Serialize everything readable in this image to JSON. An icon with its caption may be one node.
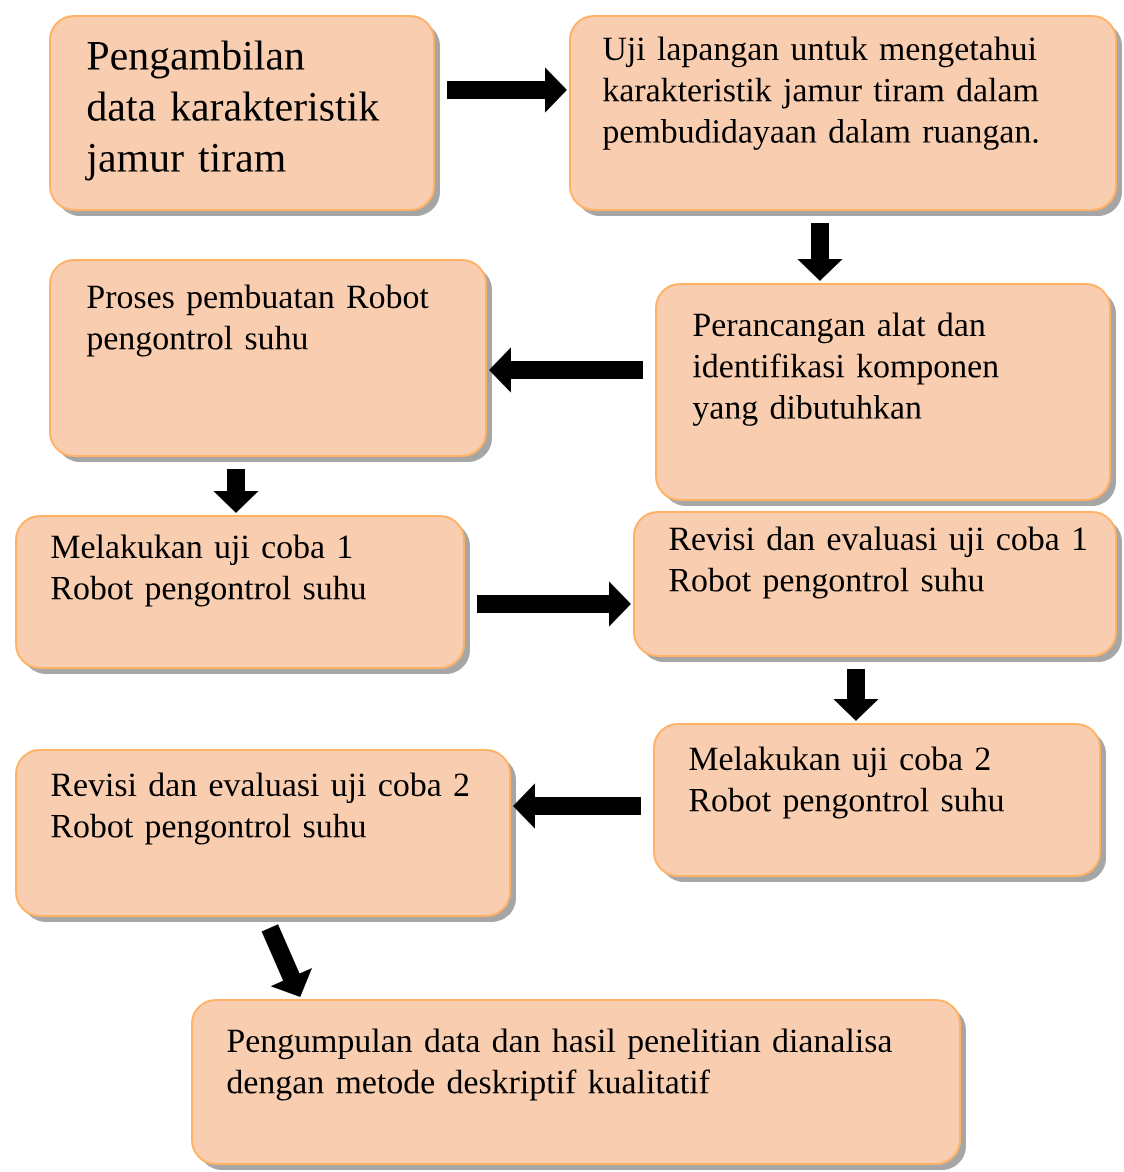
{
  "diagram": {
    "nodes": [
      {
        "text": [
          "Pengambilan data karakteristik jamur tiram"
        ]
      },
      {
        "text": [
          "Uji lapangan untuk mengetahui karakteristik jamur tiram dalam pembudidayaan dalam ruangan."
        ]
      },
      {
        "text": [
          "Proses pembuatan Robot pengontrol suhu"
        ]
      },
      {
        "text": [
          "Perancangan alat dan identifikasi komponen yang dibutuhkan"
        ]
      },
      {
        "text": [
          "Melakukan uji coba 1 Robot pengontrol suhu"
        ]
      },
      {
        "text": [
          "Revisi dan evaluasi uji coba 1 Robot pengontrol suhu"
        ]
      },
      {
        "text": [
          "Melakukan uji coba 2 Robot pengontrol suhu"
        ]
      },
      {
        "text": [
          "Revisi dan evaluasi uji coba 2 Robot pengontrol suhu"
        ]
      },
      {
        "text": [
          "Pengumpulan data dan hasil penelitian dianalisa dengan metode deskriptif kualitatif"
        ]
      }
    ],
    "edges": [
      {
        "from": 0,
        "to": 1,
        "arrow": "to"
      },
      {
        "from": 1,
        "to": 3,
        "arrow": "to"
      },
      {
        "from": 3,
        "to": 2,
        "arrow": "to"
      },
      {
        "from": 2,
        "to": 4,
        "arrow": "to"
      },
      {
        "from": 4,
        "to": 5,
        "arrow": "to"
      },
      {
        "from": 5,
        "to": 6,
        "arrow": "to"
      },
      {
        "from": 6,
        "to": 7,
        "arrow": "to"
      },
      {
        "from": 7,
        "to": 8,
        "arrow": "to"
      }
    ]
  }
}
